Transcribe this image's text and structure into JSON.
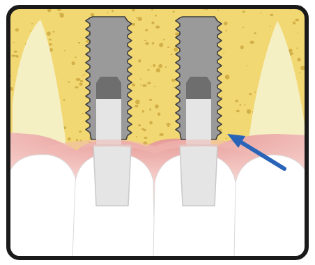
{
  "diagram": {
    "subject": "dental implants",
    "elements": [
      {
        "name": "jaw-bone",
        "kind": "bone"
      },
      {
        "name": "gingiva",
        "kind": "soft tissue"
      },
      {
        "name": "implant-left",
        "kind": "implant fixture"
      },
      {
        "name": "implant-right",
        "kind": "implant fixture"
      },
      {
        "name": "natural-tooth-left",
        "kind": "natural tooth"
      },
      {
        "name": "natural-tooth-right",
        "kind": "natural tooth"
      },
      {
        "name": "crown-left",
        "kind": "implant crown"
      },
      {
        "name": "crown-right",
        "kind": "implant crown"
      },
      {
        "name": "pointer-arrow",
        "kind": "arrow",
        "points_to": "implant-right"
      }
    ]
  },
  "colors": {
    "bone": "#f2d872",
    "bone_pores": "#c7a13a",
    "root": "#f5efc4",
    "gum": "#f1b9b4",
    "gum_dark": "#e4928e",
    "implant": "#9a9a9a",
    "implant_dark": "#6e6e6e",
    "abutment": "#e5e5e5",
    "tooth": "#ffffff",
    "arrow": "#2a64b8",
    "frame": "#1a1a1a"
  }
}
